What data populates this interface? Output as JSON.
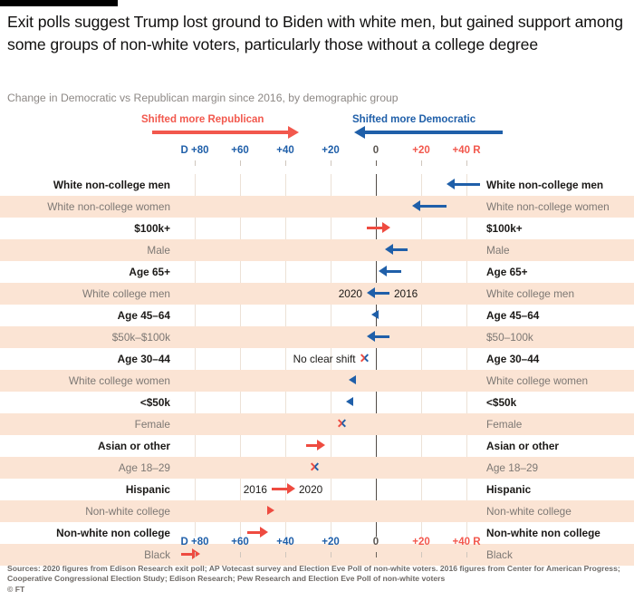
{
  "brand": "FT",
  "title": "Exit polls suggest Trump lost ground to Biden with white men, but gained support among some groups of non-white voters, particularly those without a college degree",
  "subtitle": "Change in Democratic vs Republican margin since 2016, by demographic group",
  "legend": {
    "republican_label": "Shifted more Republican",
    "democratic_label": "Shifted more Democratic",
    "republican_color": "#f2584d",
    "democratic_color": "#1f5fa9"
  },
  "footer": {
    "source": "Sources: 2020 figures from Edison Research exit poll; AP Votecast survey and Election Eve Poll of non-white voters. 2016 figures from Center for American Progress; Cooperative Congressional Election Study; Edison Research; Pew Research and Election Eve Poll of non-white voters",
    "credit": "© FT"
  },
  "chart_data": {
    "type": "bar",
    "title": "Exit polls suggest Trump lost ground to Biden with white men, but gained support among some groups of non-white voters, particularly those without a college degree",
    "subtitle": "Change in Democratic vs Republican margin since 2016, by demographic group",
    "xlabel": "",
    "ylabel": "",
    "grid": true,
    "axis_ticks": [
      {
        "label": "D +80",
        "value": -80,
        "color": "dem"
      },
      {
        "label": "+60",
        "value": -60,
        "color": "dem"
      },
      {
        "label": "+40",
        "value": -40,
        "color": "dem"
      },
      {
        "label": "+20",
        "value": -20,
        "color": "dem"
      },
      {
        "label": "0",
        "value": 0,
        "color": "zero"
      },
      {
        "label": "+20",
        "value": 20,
        "color": "rep"
      },
      {
        "label": "+40 R",
        "value": 40,
        "color": "rep"
      }
    ],
    "xlim": [
      -88,
      48
    ],
    "categories": [
      "White non-college men",
      "White non-college women",
      "$100k+",
      "Male",
      "Age 65+",
      "White college men",
      "Age 45–64",
      "$50k–$100k",
      "Age 30–44",
      "White college women",
      "<$50k",
      "Female",
      "Asian or other",
      "Age 18–29",
      "Hispanic",
      "Non-white college",
      "Non-white non college",
      "Black"
    ],
    "rows": [
      {
        "label_left": "White non-college men",
        "label_right": "White non-college men",
        "from": 46,
        "to": 31,
        "direction": "dem",
        "marker": "arrow",
        "note": ""
      },
      {
        "label_left": "White non-college women",
        "label_right": "White non-college women",
        "from": 31,
        "to": 16,
        "direction": "dem",
        "marker": "arrow",
        "note": ""
      },
      {
        "label_left": "$100k+",
        "label_right": "$100k+",
        "from": -4,
        "to": 6,
        "direction": "rep",
        "marker": "arrow",
        "note": ""
      },
      {
        "label_left": "Male",
        "label_right": "Male",
        "from": 14,
        "to": 4,
        "direction": "dem",
        "marker": "arrow",
        "note": ""
      },
      {
        "label_left": "Age 65+",
        "label_right": "Age 65+",
        "from": 11,
        "to": 1,
        "direction": "dem",
        "marker": "arrow",
        "note": ""
      },
      {
        "label_left": "White college men",
        "label_right": "White college men",
        "from": 6,
        "to": -4,
        "direction": "dem",
        "marker": "arrow",
        "note": "labelled",
        "from_label": "2016",
        "to_label": "2020"
      },
      {
        "label_left": "Age 45–64",
        "label_right": "Age 45–64",
        "from": 2,
        "to": 1,
        "direction": "dem",
        "marker": "tri",
        "note": ""
      },
      {
        "label_left": "$50k–$100k",
        "label_right": "$50–100k",
        "from": 6,
        "to": -4,
        "direction": "dem",
        "marker": "arrow",
        "note": ""
      },
      {
        "label_left": "Age 30–44",
        "label_right": "Age 30–44",
        "from": -5,
        "to": -5,
        "direction": "none",
        "marker": "x",
        "note": "No clear shift"
      },
      {
        "label_left": "White college women",
        "label_right": "White college women",
        "from": -9,
        "to": -9,
        "direction": "dem",
        "marker": "tri",
        "note": ""
      },
      {
        "label_left": "<$50k",
        "label_right": "<$50k",
        "from": -10,
        "to": -10,
        "direction": "dem",
        "marker": "tri",
        "note": ""
      },
      {
        "label_left": "Female",
        "label_right": "Female",
        "from": -15,
        "to": -15,
        "direction": "none",
        "marker": "x",
        "note": ""
      },
      {
        "label_left": "Asian or other",
        "label_right": "Asian or other",
        "from": -31,
        "to": -23,
        "direction": "rep",
        "marker": "arrow",
        "note": ""
      },
      {
        "label_left": "Age 18–29",
        "label_right": "Age 18–29",
        "from": -27,
        "to": -27,
        "direction": "none",
        "marker": "x",
        "note": ""
      },
      {
        "label_left": "Hispanic",
        "label_right": "Hispanic",
        "from": -46,
        "to": -36,
        "direction": "rep",
        "marker": "arrow",
        "note": "labelled",
        "from_label": "2016",
        "to_label": "2020"
      },
      {
        "label_left": "Non-white college",
        "label_right": "Non-white college",
        "from": -50,
        "to": -48,
        "direction": "rep",
        "marker": "tri",
        "note": ""
      },
      {
        "label_left": "Non-white non college",
        "label_right": "Non-white non college",
        "from": -57,
        "to": -48,
        "direction": "rep",
        "marker": "arrow",
        "note": ""
      },
      {
        "label_left": "Black",
        "label_right": "Black",
        "from": -86,
        "to": -78,
        "direction": "rep",
        "marker": "arrow",
        "note": ""
      }
    ]
  }
}
